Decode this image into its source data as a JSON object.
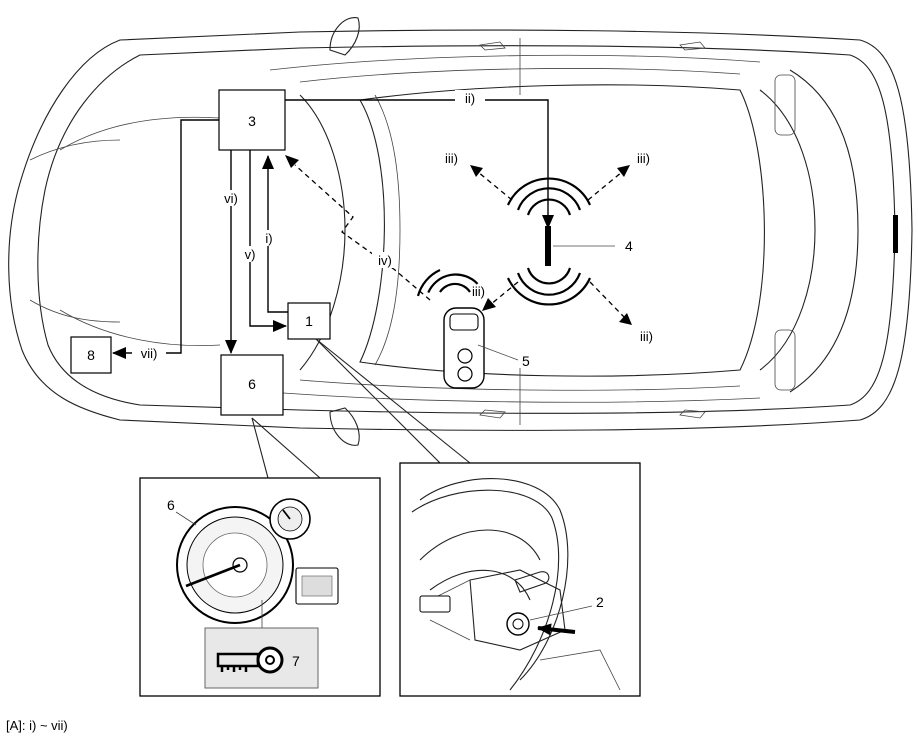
{
  "callouts": {
    "c1": "1",
    "c2": "2",
    "c3": "3",
    "c4": "4",
    "c5": "5",
    "c6": "6",
    "c6b": "6",
    "c7": "7",
    "c8": "8"
  },
  "signals": {
    "s1": "i)",
    "s2": "ii)",
    "s3a": "iii)",
    "s3b": "iii)",
    "s3c": "iii)",
    "s3d": "iii)",
    "s4": "iv)",
    "s5": "v)",
    "s6": "vi)",
    "s7": "vii)"
  },
  "caption": "[A]: i) ~ vii)"
}
